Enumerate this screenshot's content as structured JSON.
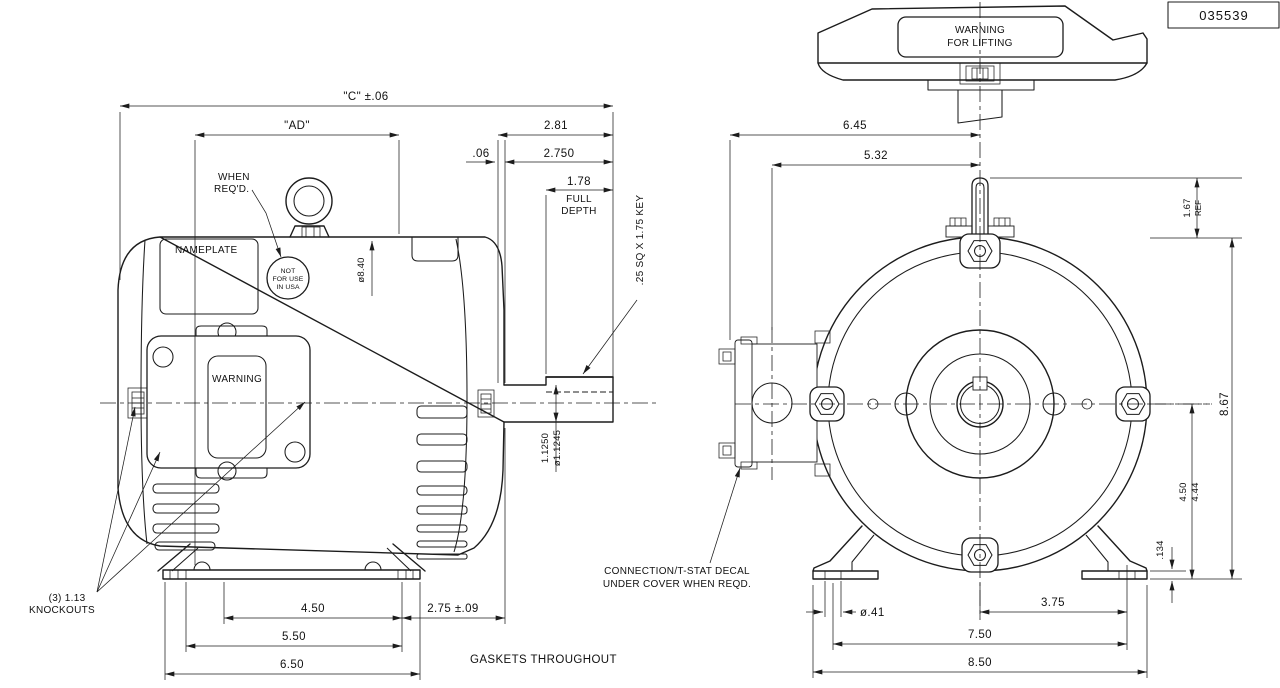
{
  "title_block": {
    "drawing_number": "035539"
  },
  "top_view": {
    "warning_label": {
      "line1": "WARNING",
      "line2": "FOR LIFTING"
    }
  },
  "side_view": {
    "labels": {
      "nameplate": "NAMEPLATE",
      "when_reqd_line1": "WHEN",
      "when_reqd_line2": "REQ'D.",
      "usa_sticker_line1": "NOT",
      "usa_sticker_line2": "FOR USE",
      "usa_sticker_line3": "IN USA",
      "warning_decal": "WARNING",
      "knockouts_line1": "(3) 1.13",
      "knockouts_line2": "KNOCKOUTS"
    },
    "dims": {
      "overall_length": "\"C\" ±.06",
      "ad": "\"AD\"",
      "shaft_ext_281": "2.81",
      "gap_06": ".06",
      "shaft_2750": "2.750",
      "key_178": "1.78",
      "full": "FULL",
      "depth": "DEPTH",
      "key_note": ".25 SQ X 1.75 KEY",
      "shaft_dia_max": "1.1250",
      "shaft_dia_min": "ø1.1245",
      "frame_dia": "ø8.40",
      "base_450": "4.50",
      "base_550": "5.50",
      "base_650": "6.50",
      "overhang_275": "2.75 ±.09"
    }
  },
  "front_view": {
    "labels": {
      "tstat_line1": "CONNECTION/T-STAT DECAL",
      "tstat_line2": "UNDER COVER WHEN REQD."
    },
    "dims": {
      "width_645": "6.45",
      "box_532": "5.32",
      "lug_167": "1.67",
      "lug_ref": "REF",
      "height_867": "8.67",
      "shaft_height_max": "4.50",
      "shaft_height_min": "4.44",
      "foot_134": ".134",
      "hole_dia": "ø.41",
      "hole_375": "3.75",
      "holes_750": "7.50",
      "base_850": "8.50"
    }
  },
  "notes": {
    "gaskets": "GASKETS THROUGHOUT"
  }
}
